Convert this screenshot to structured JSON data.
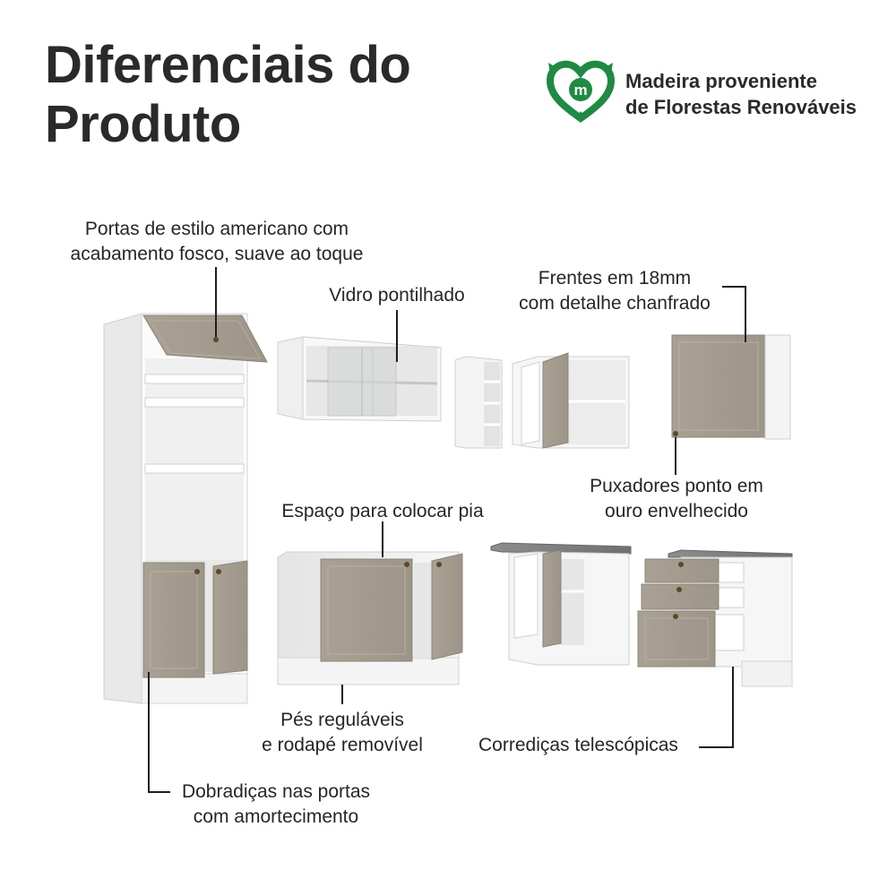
{
  "header": {
    "title_line1": "Diferenciais do",
    "title_line2": "Produto"
  },
  "badge": {
    "logo_letter": "m",
    "line1": "Madeira proveniente",
    "line2": "de Florestas Renováveis"
  },
  "callouts": {
    "portas": {
      "line1": "Portas de estilo americano com",
      "line2": "acabamento fosco, suave ao toque"
    },
    "vidro": {
      "line1": "Vidro pontilhado"
    },
    "frentes": {
      "line1": "Frentes em 18mm",
      "line2": "com detalhe chanfrado"
    },
    "puxadores": {
      "line1": "Puxadores ponto em",
      "line2": "ouro envelhecido"
    },
    "espaco": {
      "line1": "Espaço para colocar pia"
    },
    "pes": {
      "line1": "Pés reguláveis",
      "line2": "e rodapé removível"
    },
    "corredicas": {
      "line1": "Corrediças telescópicas"
    },
    "dobradicas": {
      "line1": "Dobradiças nas portas",
      "line2": "com amortecimento"
    }
  },
  "colors": {
    "brand_green": "#1f8a43",
    "door_beige": "#a59d8f",
    "cabinet_white": "#f2f2f2",
    "text": "#262626"
  }
}
